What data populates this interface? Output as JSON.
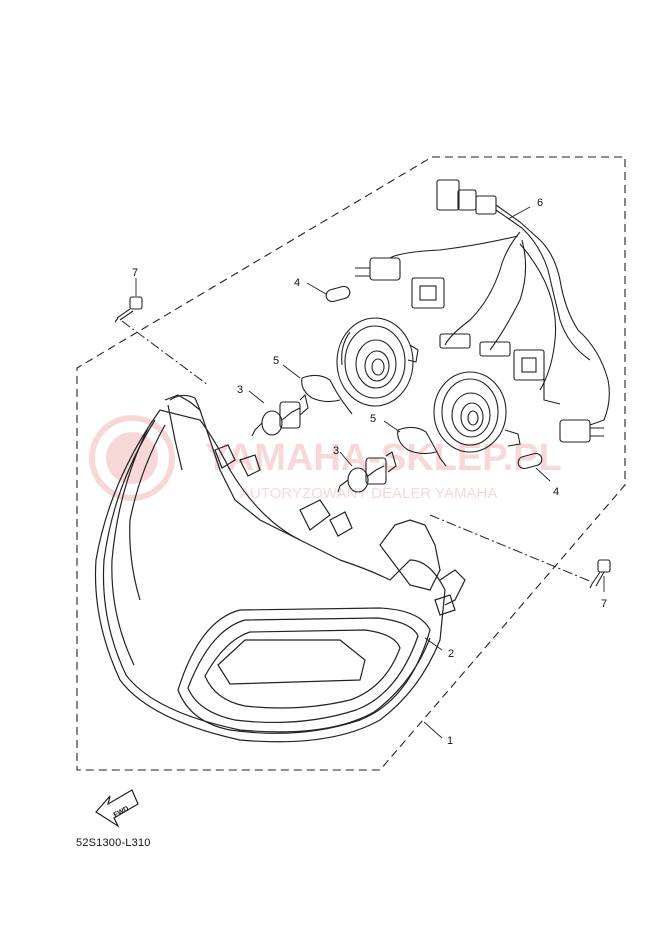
{
  "diagram": {
    "part_code": "52S1300-L310",
    "fwd_label": "FWD",
    "watermark": {
      "main": "YAMAHA-SKLEP.PL",
      "sub": "AUTORYZOWANY DEALER YAMAHA",
      "color": "#d9262e"
    },
    "callouts": [
      {
        "id": "callout-1",
        "text": "1"
      },
      {
        "id": "callout-2",
        "text": "2"
      },
      {
        "id": "callout-3a",
        "text": "3"
      },
      {
        "id": "callout-3b",
        "text": "3"
      },
      {
        "id": "callout-4a",
        "text": "4"
      },
      {
        "id": "callout-4b",
        "text": "4"
      },
      {
        "id": "callout-5a",
        "text": "5"
      },
      {
        "id": "callout-5b",
        "text": "5"
      },
      {
        "id": "callout-6",
        "text": "6"
      },
      {
        "id": "callout-7a",
        "text": "7"
      },
      {
        "id": "callout-7b",
        "text": "7"
      }
    ]
  }
}
